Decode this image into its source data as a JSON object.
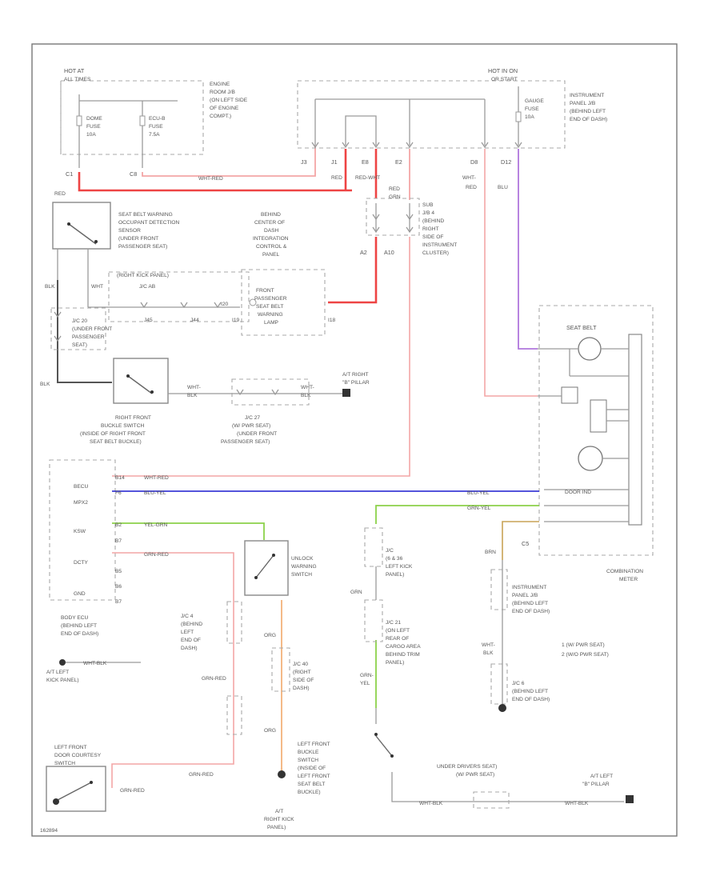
{
  "colors": {
    "red": "#ee4444",
    "pink": "#f4a6a6",
    "blue": "#3b3bd6",
    "green": "#8cd14a",
    "purple": "#b077dd",
    "orange": "#f2a96b",
    "tan": "#c8a356",
    "black": "#444444",
    "gray": "#9a9a9a"
  },
  "labels": {
    "hot_at": "HOT AT",
    "all_times": "ALL TIMES",
    "dome_fuse": [
      "DOME",
      "FUSE",
      "10A"
    ],
    "ecu_b_fuse": [
      "ECU-B",
      "FUSE",
      "7.5A"
    ],
    "engine_room_jb": [
      "ENGINE",
      "ROOM J/B",
      "(ON LEFT SIDE",
      "OF ENGINE",
      "COMPT.)"
    ],
    "hot_in_on": "HOT IN ON",
    "or_start": "OR START",
    "gauge_fuse": [
      "GAUGE",
      "FUSE",
      "10A"
    ],
    "instrument_panel_jb_top": [
      "INSTRUMENT",
      "PANEL J/B",
      "(BEHIND LEFT",
      "END OF DASH)"
    ],
    "c1": "C1",
    "c8": "C8",
    "red": "RED",
    "wht_red": "WHT-RED",
    "j3": "J3",
    "j1": "J1",
    "e8": "E8",
    "e2": "E2",
    "d8": "D8",
    "d12": "D12",
    "red_wht": "RED-WHT",
    "red2": "RED",
    "wht_red2": "WHT-",
    "red_slash": "RED",
    "blu": "BLU",
    "grn_red": "GRN",
    "seat_belt_sensor": [
      "SEAT BELT WARNING",
      "OCCUPANT DETECTION",
      "SENSOR",
      "(UNDER FRONT",
      "PASSENGER SEAT)"
    ],
    "behind_center": [
      "BEHIND",
      "CENTER OF",
      "DASH",
      "INTEGRATION",
      "CONTROL &",
      "PANEL"
    ],
    "sub_jb": [
      "SUB",
      "J/B 4",
      "(BEHIND",
      "RIGHT",
      "SIDE OF",
      "INSTRUMENT",
      "CLUSTER)"
    ],
    "right_kick": "(RIGHT KICK PANEL)",
    "jc_ab": "J/C AB",
    "a2": "A2",
    "a10": "A10",
    "front_pass_lamp": [
      "FRONT",
      "PASSENGER",
      "SEAT BELT",
      "WARNING",
      "LAMP"
    ],
    "i19": "I19",
    "i18": "I18",
    "i20": "I20",
    "j44": "J44",
    "j45": "J45",
    "wht_b": "WHT",
    "blk": "BLK",
    "jc20": [
      "J/C 20",
      "(UNDER FRONT",
      "PASSENGER",
      "SEAT)"
    ],
    "at_right_b": [
      "A/T RIGHT",
      "\"B\" PILLAR"
    ],
    "wht_blk": [
      "WHT-",
      "BLK"
    ],
    "right_buckle": [
      "RIGHT FRONT",
      "BUCKLE SWITCH",
      "(INSIDE OF RIGHT FRONT",
      "SEAT BELT BUCKLE)"
    ],
    "jc27": [
      "J/C 27",
      "(W/ PWR SEAT)",
      "(UNDER FRONT",
      "PASSENGER SEAT)"
    ],
    "seat_belt": "SEAT BELT",
    "door_ind": "DOOR IND",
    "combination_meter": [
      "COMBINATION",
      "METER"
    ],
    "c5": "C5",
    "ecu_pins": [
      "BECU",
      "MPX2",
      "KSW",
      "DCTY",
      "",
      "GND"
    ],
    "pin_nums": [
      "B14",
      "F6",
      "B2",
      "B7",
      "B5",
      "B6",
      "B7"
    ],
    "wht_red_l": "WHT-RED",
    "blu_yel": "BLU-YEL",
    "yel_grn": "YEL-GRN",
    "grn_yel": "GRN-YEL",
    "grn_red2": "GRN-RED",
    "unlock_switch": [
      "UNLOCK",
      "WARNING",
      "SWITCH"
    ],
    "body_ecu": [
      "BODY ECU",
      "(BEHIND LEFT",
      "END OF DASH)"
    ],
    "jc4": [
      "J/C 4",
      "(BEHIND",
      "LEFT",
      "END OF",
      "DASH)"
    ],
    "jc40": [
      "J/C 40",
      "(RIGHT",
      "SIDE OF",
      "DASH)"
    ],
    "jc21": [
      "J/C 21",
      "(ON LEFT",
      "REAR OF",
      "CARGO AREA",
      "BEHIND TRIM",
      "PANEL)"
    ],
    "jc6_36": [
      "J/C",
      "(6 & 36",
      "LEFT KICK",
      "PANEL)"
    ],
    "instrument_panel_jb_mid": [
      "INSTRUMENT",
      "PANEL J/B",
      "(BEHIND LEFT",
      "END OF DASH)"
    ],
    "jc6_left": [
      "J/C 6",
      "(BEHIND LEFT",
      "END OF DASH)"
    ],
    "brn": "BRN",
    "wht_blk2": [
      "WHT-",
      "BLK"
    ],
    "notes": [
      "1  (W/ PWR SEAT)",
      "2  (W/O PWR SEAT)"
    ],
    "at_left_kick": [
      "A/T LEFT",
      "KICK PANEL)"
    ],
    "left_front_buckle": [
      "LEFT FRONT",
      "BUCKLE",
      "SWITCH",
      "(INSIDE OF",
      "LEFT FRONT",
      "SEAT BELT",
      "BUCKLE)"
    ],
    "at_right_kick": [
      "A/T",
      "RIGHT KICK",
      "PANEL)"
    ],
    "left_front_door": [
      "LEFT FRONT",
      "DOOR COURTESY",
      "SWITCH"
    ],
    "under_driver": [
      "UNDER DRIVERS SEAT)",
      "(W/ PWR SEAT)"
    ],
    "at_left_b": [
      "A/T LEFT",
      "\"B\" PILLAR"
    ],
    "wht_blk_b": "WHT-BLK",
    "grn_wire": "GRN",
    "org": "ORG",
    "grn_yel_v": [
      "GRN-",
      "YEL"
    ],
    "code": "162894"
  }
}
